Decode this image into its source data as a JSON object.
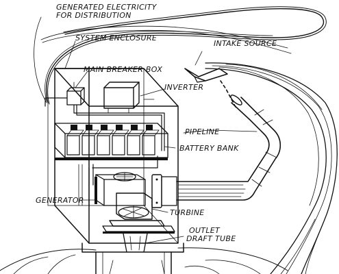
{
  "labels": {
    "generated_line1": "GENERATED ELECTRICITY",
    "generated_line2": "FOR DISTRIBUTION",
    "system_enclosure": "SYSTEM ENCLOSURE",
    "intake_source": "INTAKE SOURCE",
    "main_breaker_box": "MAIN BREAKER BOX",
    "inverter": "INVERTER",
    "pipeline": "PIPELINE",
    "battery_bank": "BATTERY BANK",
    "generator": "GENERATOR",
    "turbine": "TURBINE",
    "outlet_line1": "OUTLET",
    "outlet_line2": "DRAFT TUBE"
  },
  "colors": {
    "ink": "#111111",
    "paper": "#ffffff"
  }
}
